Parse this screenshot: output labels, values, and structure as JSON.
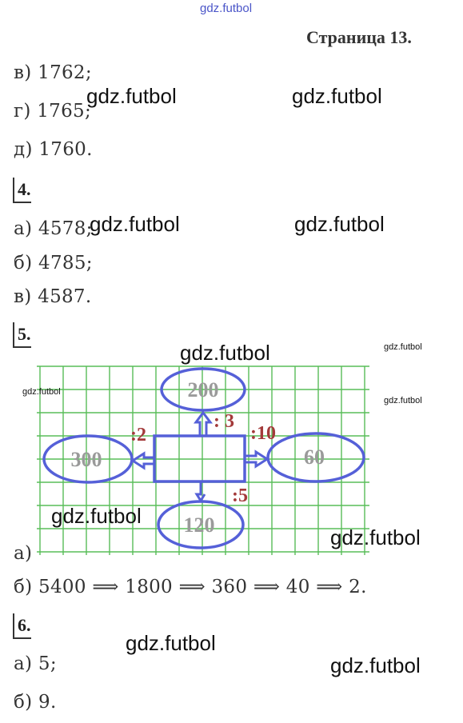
{
  "watermark_top": "gdz.futbol",
  "page_title": "Страница 13.",
  "items_top": [
    {
      "text": "в) 1762;"
    },
    {
      "text": "г) 1765;"
    },
    {
      "text": "д) 1760."
    }
  ],
  "task4": {
    "number": "4.",
    "items": [
      {
        "text": "а) 4578;"
      },
      {
        "text": "б) 4785;"
      },
      {
        "text": "в) 4587."
      }
    ]
  },
  "task5": {
    "number": "5.",
    "diagram": {
      "top_value": "200",
      "left_value": "300",
      "right_value": "60",
      "bottom_value": "120",
      "op_top": ": 3",
      "op_left": ":2",
      "op_right": ":10",
      "op_bottom": ":5"
    },
    "label_a": "а)",
    "line_b": "б) 5400 ⟹ 1800 ⟹ 360 ⟹ 40 ⟹ 2."
  },
  "task6": {
    "number": "6.",
    "items": [
      {
        "text": "а) 5;"
      },
      {
        "text": "б) 9."
      }
    ]
  },
  "watermarks": [
    "gdz.futbol",
    "gdz.futbol",
    "gdz.futbol",
    "gdz.futbol",
    "gdz.futbol",
    "gdz.futbol",
    "gdz.futbol",
    "gdz.futbol",
    "gdz.futbol",
    "gdz.futbol",
    "gdz.futbol",
    "gdz.futbol"
  ],
  "colors": {
    "grid": "#3db23d",
    "shape": "#5560d8",
    "operation": "#a33a3a",
    "value": "#9a9a9a"
  }
}
